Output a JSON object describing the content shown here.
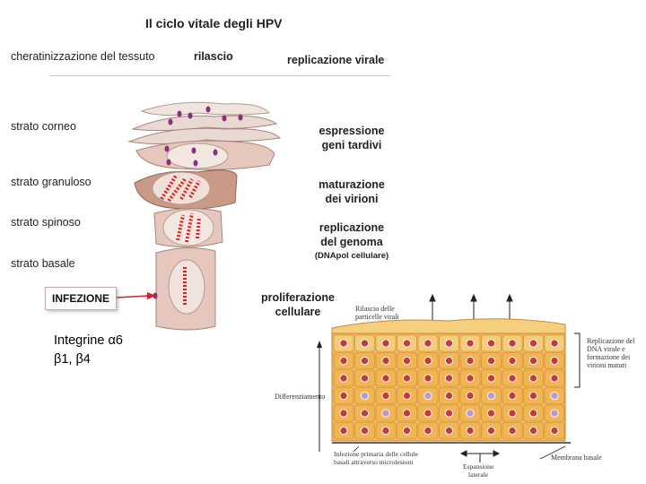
{
  "title": "Il ciclo vitale degli HPV",
  "header": {
    "left": "cheratinizzazione del tessuto",
    "mid": "rilascio",
    "right": "replicazione virale"
  },
  "strata": [
    "strato corneo",
    "strato granuloso",
    "strato spinoso",
    "strato basale"
  ],
  "stages": {
    "s1_line1": "espressione",
    "s1_line2": "geni tardivi",
    "s2_line1": "maturazione",
    "s2_line2": "dei virioni",
    "s3_line1": "replicazione",
    "s3_line2": "del genoma",
    "s3_line3": "(DNApol cellulare)",
    "s4_line1": "proliferazione",
    "s4_line2": "cellulare"
  },
  "infection_label": "INFEZIONE",
  "integrins": {
    "line1": "Integrine α6",
    "line2": "β1, β4"
  },
  "tissue_diagram": {
    "release_l1": "Rilascio delle",
    "release_l2": "particelle virali",
    "right_l1": "Replicazione del",
    "right_l2": "DNA virale e",
    "right_l3": "formazione dei",
    "right_l4": "virioni maturi",
    "differentiation": "Differenziamento",
    "infection_l1": "Infezione primaria delle cellule",
    "infection_l2": "basali attraverso microlesioni",
    "expansion_l1": "Espansione",
    "expansion_l2": "laterale",
    "membrane": "Membrana basale"
  },
  "colors": {
    "cell_fill": "#e6c7bd",
    "cell_stroke": "#a88378",
    "virus": "#8a2f7a",
    "genome": "#e02020",
    "arrow": "#d0202a",
    "tissue": "#f0b860"
  }
}
